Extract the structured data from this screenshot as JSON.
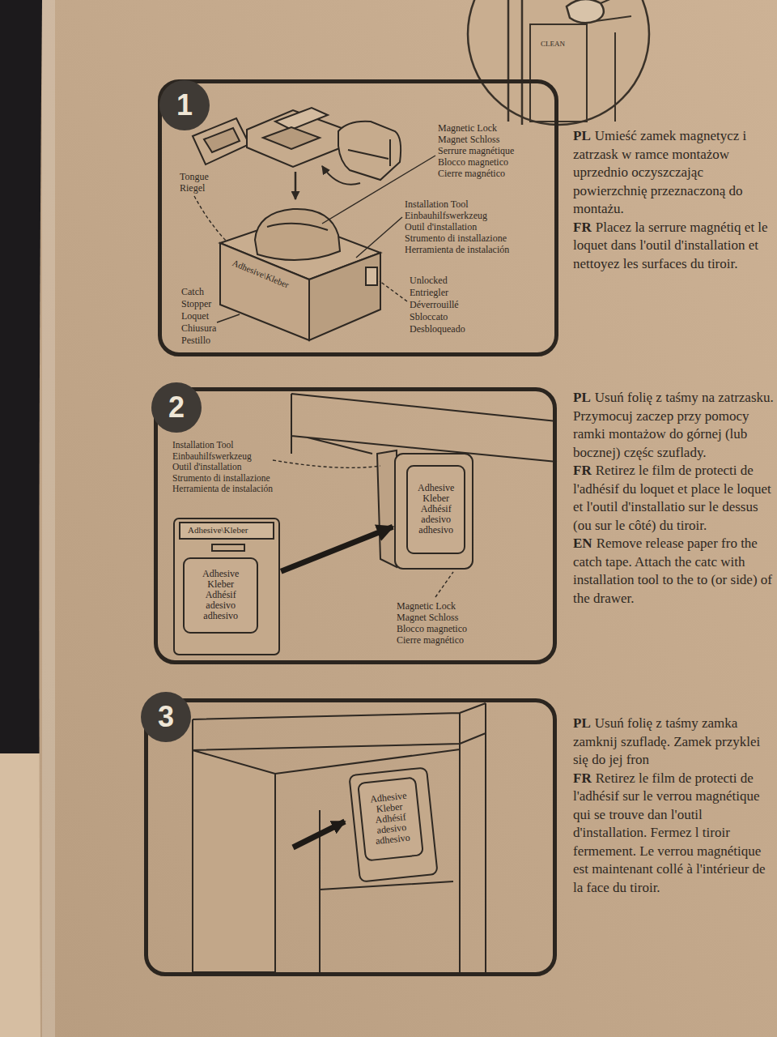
{
  "diagram": {
    "nodes": [
      {
        "text": [
          "1"
        ]
      },
      {
        "text": [
          "2"
        ]
      },
      {
        "text": [
          "Adhesive Kleber Adhésif adesivo adhesivo"
        ],
        "in": 1
      },
      {
        "text": [
          "Adhesive Kleber Adhésif adesivo adhesivo"
        ],
        "in": 1
      },
      {
        "text": [
          "3"
        ]
      },
      {
        "text": [
          "Adhesive Kleber Adhésif adesivo adhesivo"
        ],
        "in": 4
      }
    ],
    "edges": [
      {
        "from": 2,
        "to": 3,
        "arrow": "to"
      }
    ],
    "labels": [
      "CLEAN",
      "Magnetic Lock",
      "Magnet Schloss",
      "Serrure magnétique",
      "Blocco magnetico",
      "Cierre magnético",
      "Tongue",
      "Riegel",
      "Installation Tool",
      "Einbauhilfswerkzeug",
      "Outil d'installation",
      "Strumento di installazione",
      "Herramienta de instalación",
      "Adhesive\\Kleber",
      "Catch",
      "Stopper",
      "Loquet",
      "Chiusura",
      "Pestillo",
      "Unlocked",
      "Entriegler",
      "Déverrouillé",
      "Sbloccato",
      "Desbloqueado",
      "Installation Tool",
      "Einbauhilfswerkzeug",
      "Outil d'installation",
      "Strumento di installazione",
      "Herramienta de instalación",
      "Adhesive\\Kleber",
      "Magnetic Lock",
      "Magnet Schloss",
      "Blocco magnetico",
      "Cierre magnético",
      "PL",
      "Umieść zamek magnetycz i zatrzask w ramce montażow uprzednio oczyszczając powierzchnię przeznaczoną do montażu.",
      "FR",
      "Placez la serrure magnétiq et le loquet dans l'outil d'installation et nettoyez les surfaces du tiroir.",
      "PL",
      "Usuń folię z taśmy na zatrzasku. Przymocuj zaczep przy pomocy ramki montażow do górnej (lub bocznej) częśc szuflady.",
      "FR",
      "Retirez le film de protecti de l'adhésif du loquet et place le loquet et l'outil d'installatio sur le dessus (ou sur le côté) du tiroir.",
      "EN",
      "Remove release paper fro the catch tape. Attach the catc with installation tool to the to (or side) of the drawer.",
      "PL",
      "Usuń folię z taśmy zamka zamknij szufladę. Zamek przyklei się do jej fron",
      "FR",
      "Retirez le film de protecti de l'adhésif sur le verrou magnétique qui se trouve dan l'outil d'installation. Fermez l tiroir fermement. Le verrou magnétique est maintenant collé à l'intérieur de la face du tiroir."
    ]
  }
}
